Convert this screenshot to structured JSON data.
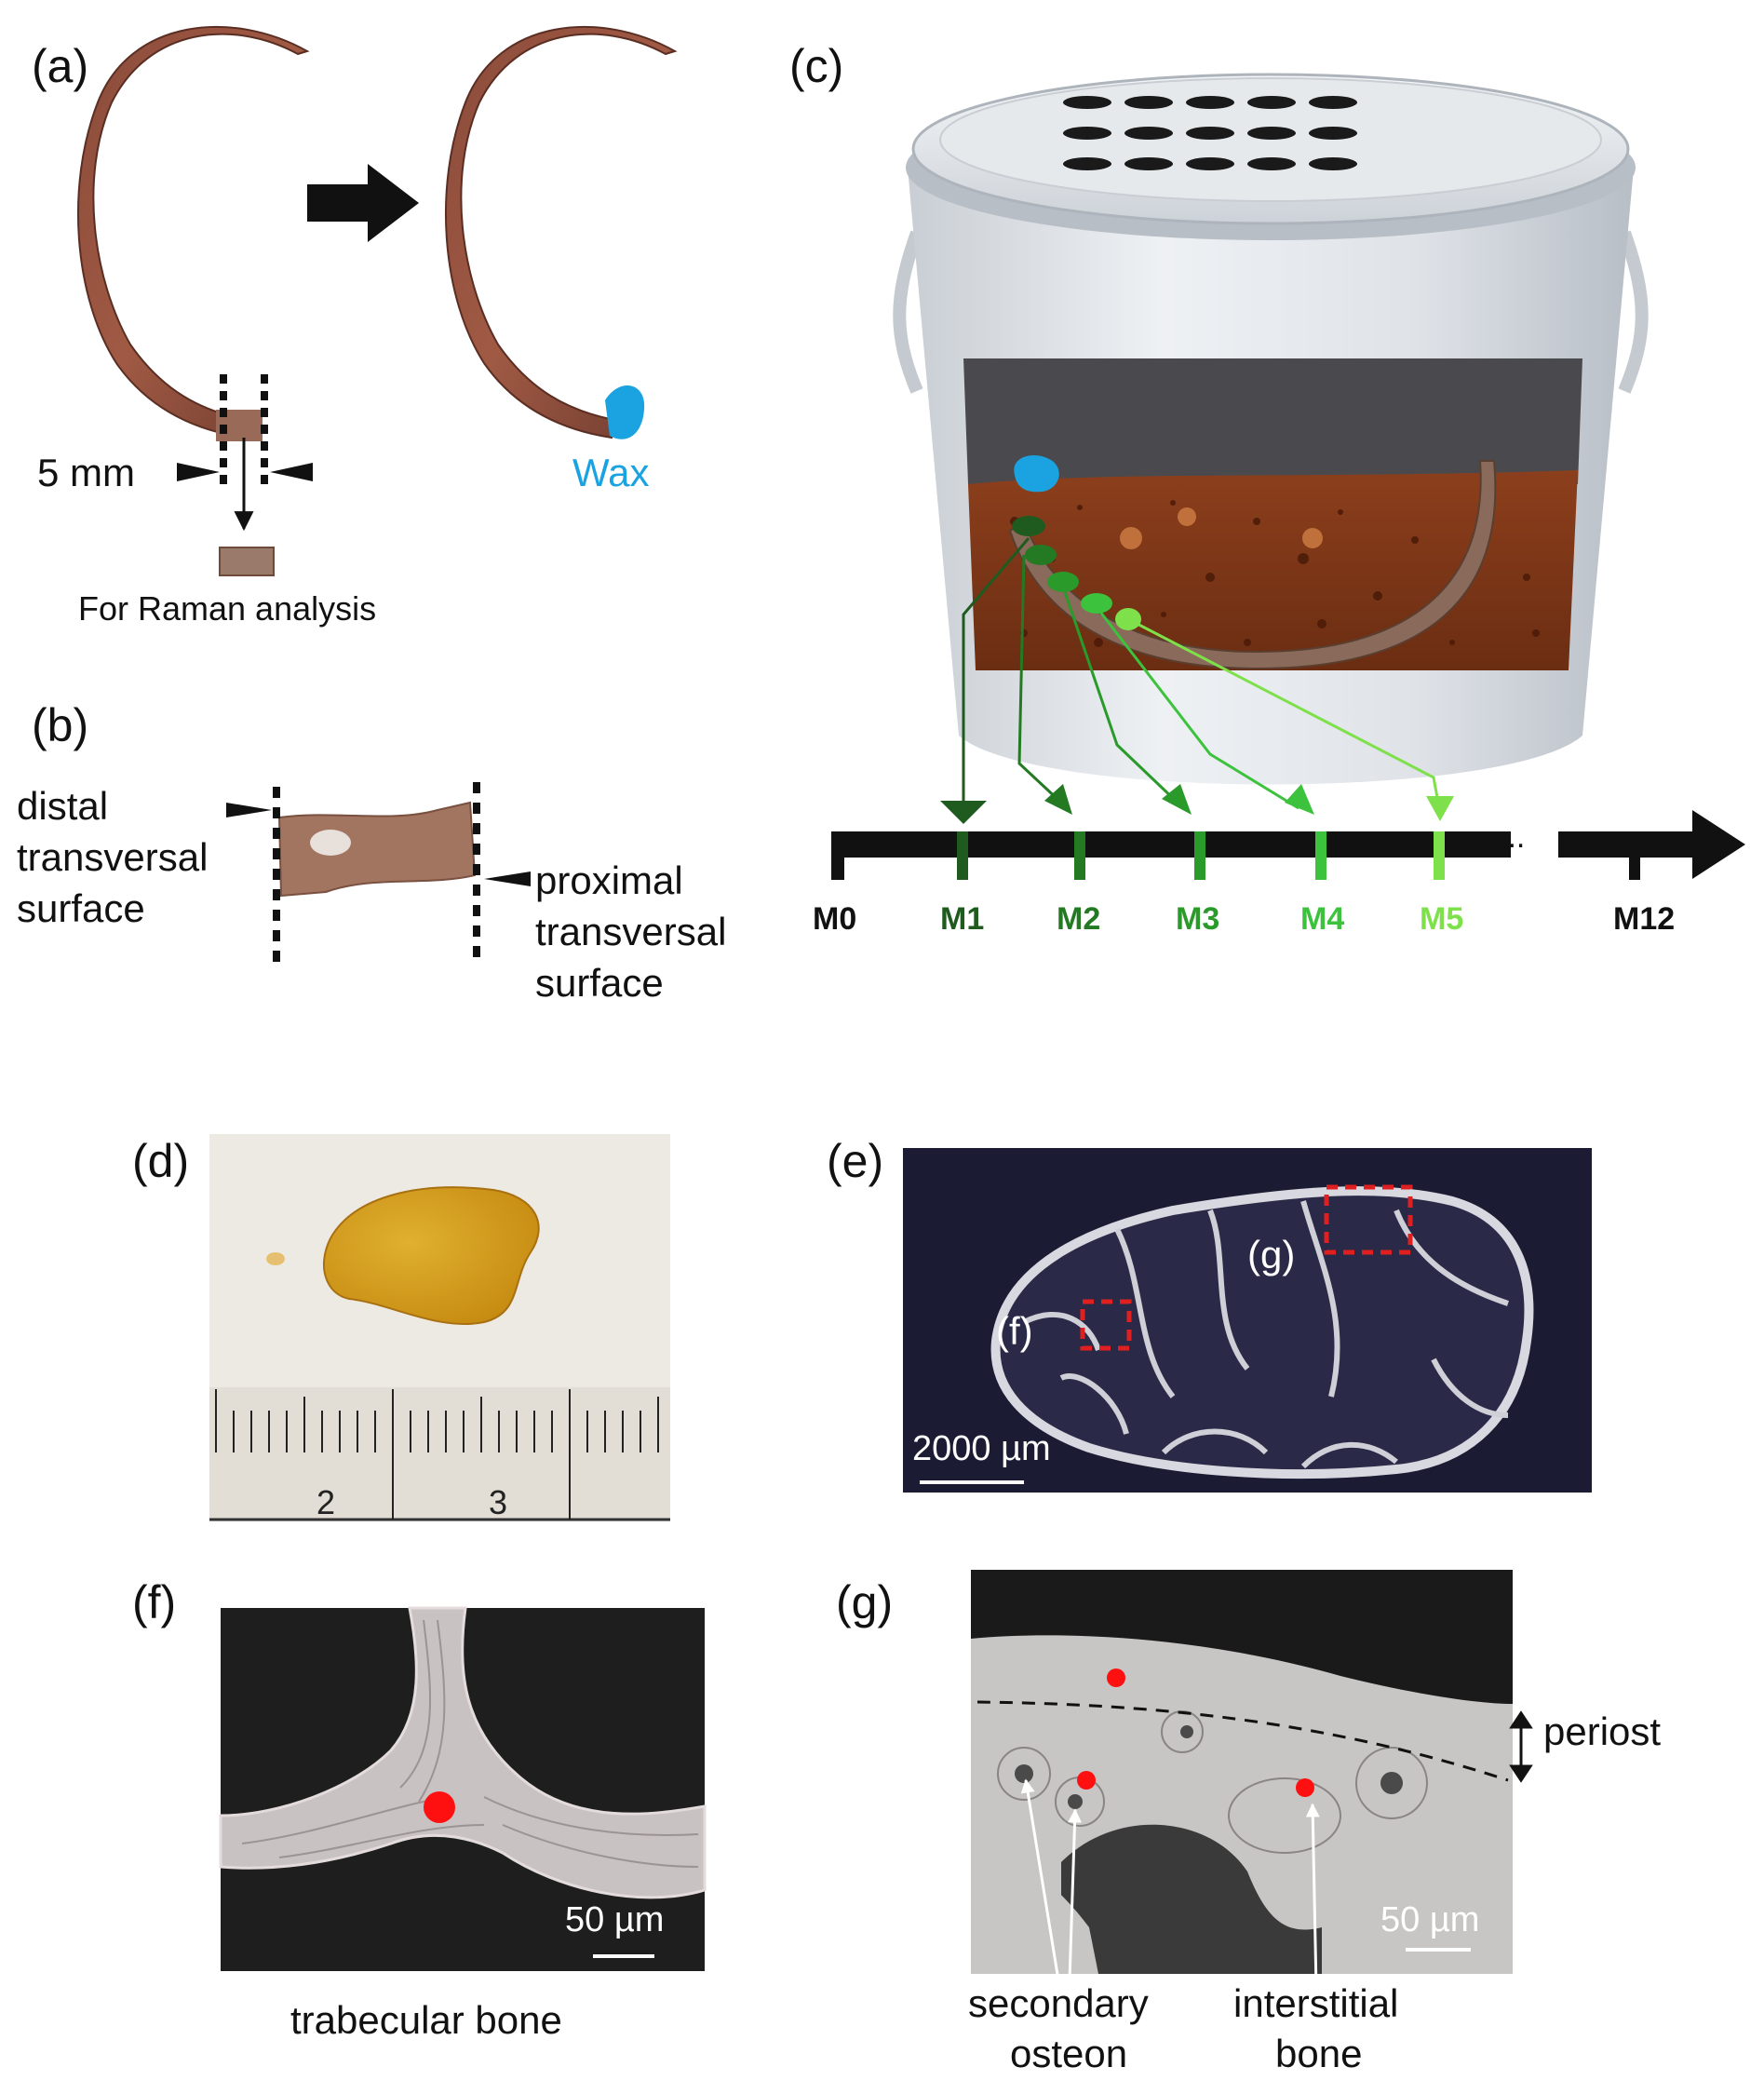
{
  "panels": {
    "a": "(a)",
    "b": "(b)",
    "c": "(c)",
    "d": "(d)",
    "e": "(e)",
    "f": "(f)",
    "g": "(g)"
  },
  "panel_a": {
    "cut_width": "5 mm",
    "wax_label": "Wax",
    "raman_caption": "For Raman analysis",
    "wax_color": "#1aa3e0"
  },
  "panel_b": {
    "left_label": [
      "distal",
      "transversal",
      "surface"
    ],
    "right_label": [
      "proximal",
      "transversal",
      "surface"
    ]
  },
  "panel_c": {
    "timeline_start": "M0",
    "months": [
      {
        "label": "M1",
        "color": "#1f5a1f"
      },
      {
        "label": "M2",
        "color": "#237a23"
      },
      {
        "label": "M3",
        "color": "#2a9a2a"
      },
      {
        "label": "M4",
        "color": "#3cc23c"
      },
      {
        "label": "M5",
        "color": "#7ee04a"
      }
    ],
    "ellipsis": "...",
    "timeline_end": "M12"
  },
  "panel_d": {
    "ruler_ticks": [
      "2",
      "3"
    ]
  },
  "panel_e": {
    "scale_bar": "2000 µm",
    "inset_f": "(f)",
    "inset_g": "(g)"
  },
  "panel_f": {
    "scale_bar": "50 µm",
    "caption": "trabecular bone"
  },
  "panel_g": {
    "scale_bar": "50 µm",
    "periost": "periost",
    "secondary_osteon": [
      "secondary",
      "osteon"
    ],
    "interstitial_bone": [
      "interstitial",
      "bone"
    ]
  }
}
